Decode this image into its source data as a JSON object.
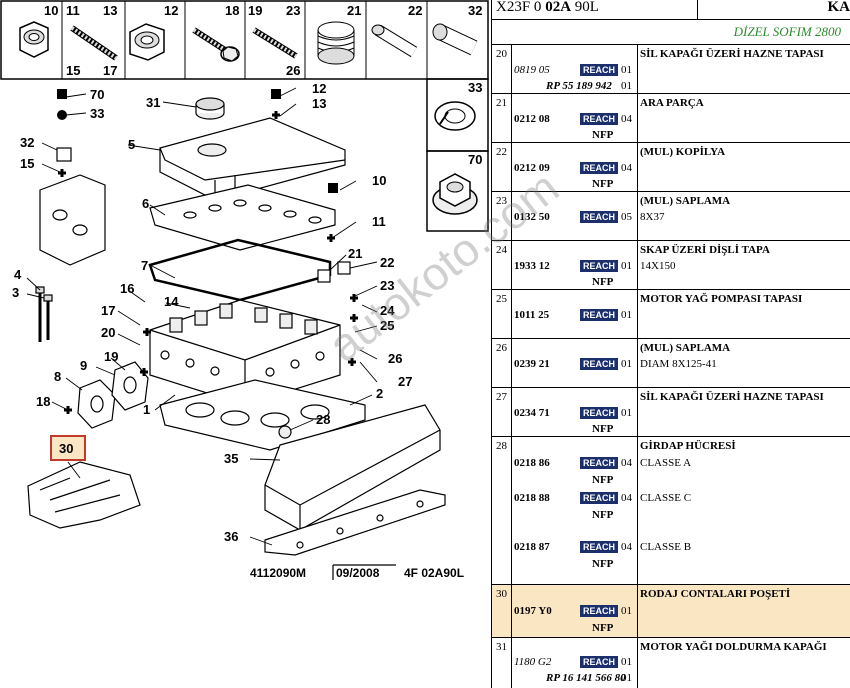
{
  "diagram": {
    "top_strip": [
      {
        "num_top_left": "10",
        "icon": "hex-nut-icon"
      },
      {
        "num_top_left": "11",
        "num_top_right": "13",
        "num_bottom_left": "15",
        "num_bottom_right": "17",
        "icon": "stud-icon"
      },
      {
        "num_top_right": "12",
        "icon": "hex-nut-icon"
      },
      {
        "num_top_left": "18",
        "icon": "flange-bolt-icon"
      },
      {
        "num_top_left": "19",
        "num_top_right": "23",
        "num_bottom_right": "26",
        "icon": "stud-icon"
      },
      {
        "num_top_right": "21",
        "icon": "spring-icon"
      },
      {
        "num_top_right": "22",
        "icon": "pin-icon"
      },
      {
        "num_top_right": "32",
        "icon": "sleeve-icon"
      },
      {
        "num_top_right": "33",
        "icon": "spring-washer-icon"
      },
      {
        "num_top_right": "70",
        "icon": "flange-nut-icon"
      }
    ],
    "callouts": [
      "70",
      "33",
      "31",
      "12",
      "13",
      "32",
      "5",
      "15",
      "10",
      "6",
      "11",
      "7",
      "21",
      "22",
      "4",
      "16",
      "23",
      "3",
      "14",
      "24",
      "17",
      "25",
      "20",
      "26",
      "9",
      "19",
      "27",
      "8",
      "28",
      "18",
      "1",
      "2",
      "30",
      "35",
      "36"
    ],
    "footer": {
      "ref": "4112090M",
      "date": "09/2008",
      "code": "4F 02A90L"
    },
    "watermark": "autokoto.com"
  },
  "header": {
    "code_prefix": "X23F 0 ",
    "code_bold": "02A",
    "code_suffix": " 90L",
    "right": "KA",
    "engine": "DİZEL SOFIM 2800"
  },
  "parts": [
    {
      "num": "20",
      "desc": "SİL KAPAĞI ÜZERİ HAZNE TAPASI",
      "entries": [
        {
          "part": "0819 05",
          "style": "i",
          "reach": "REACH",
          "qty": "01",
          "rp": "RP 55 189 942",
          "qty2": "01"
        }
      ]
    },
    {
      "num": "21",
      "desc": "ARA PARÇA",
      "entries": [
        {
          "part": "0212 08",
          "style": "b",
          "reach": "REACH",
          "qty": "04",
          "nfp": "NFP"
        }
      ]
    },
    {
      "num": "22",
      "desc": "(MUL) KOPİLYA",
      "entries": [
        {
          "part": "0212 09",
          "style": "b",
          "reach": "REACH",
          "qty": "04",
          "nfp": "NFP"
        }
      ]
    },
    {
      "num": "23",
      "desc": "(MUL) SAPLAMA",
      "spec": "8X37",
      "entries": [
        {
          "part": "0132 50",
          "style": "b",
          "reach": "REACH",
          "qty": "05"
        }
      ]
    },
    {
      "num": "24",
      "desc": "SKAP ÜZERİ DİŞLİ TAPA",
      "spec": "14X150",
      "entries": [
        {
          "part": "1933 12",
          "style": "b",
          "reach": "REACH",
          "qty": "01",
          "nfp": "NFP"
        }
      ]
    },
    {
      "num": "25",
      "desc": "MOTOR YAĞ POMPASI TAPASI",
      "entries": [
        {
          "part": "1011 25",
          "style": "b",
          "reach": "REACH",
          "qty": "01"
        }
      ]
    },
    {
      "num": "26",
      "desc": "(MUL) SAPLAMA",
      "spec": "DIAM 8X125-41",
      "entries": [
        {
          "part": "0239 21",
          "style": "b",
          "reach": "REACH",
          "qty": "01"
        }
      ]
    },
    {
      "num": "27",
      "desc": "SİL KAPAĞI ÜZERİ HAZNE TAPASI",
      "entries": [
        {
          "part": "0234 71",
          "style": "b",
          "reach": "REACH",
          "qty": "01",
          "nfp": "NFP"
        }
      ]
    },
    {
      "num": "28",
      "desc": "GİRDAP HÜCRESİ",
      "entries": [
        {
          "part": "0218 86",
          "style": "b",
          "reach": "REACH",
          "qty": "04",
          "nfp": "NFP",
          "spec": "CLASSE A"
        },
        {
          "part": "0218 88",
          "style": "b",
          "reach": "REACH",
          "qty": "04",
          "nfp": "NFP",
          "spec": "CLASSE C"
        },
        {
          "part": "0218 87",
          "style": "b",
          "reach": "REACH",
          "qty": "04",
          "nfp": "NFP",
          "spec": "CLASSE B"
        }
      ]
    },
    {
      "num": "30",
      "desc": "RODAJ CONTALARI POŞETİ",
      "highlight": true,
      "entries": [
        {
          "part": "0197 Y0",
          "style": "b",
          "reach": "REACH",
          "qty": "01",
          "nfp": "NFP"
        }
      ]
    },
    {
      "num": "31",
      "desc": "MOTOR YAĞI DOLDURMA KAPAĞI",
      "entries": [
        {
          "part": "1180 G2",
          "style": "i",
          "reach": "REACH",
          "qty": "01",
          "rp": "RP 16 141 566 80",
          "qty2": "01"
        }
      ]
    }
  ]
}
